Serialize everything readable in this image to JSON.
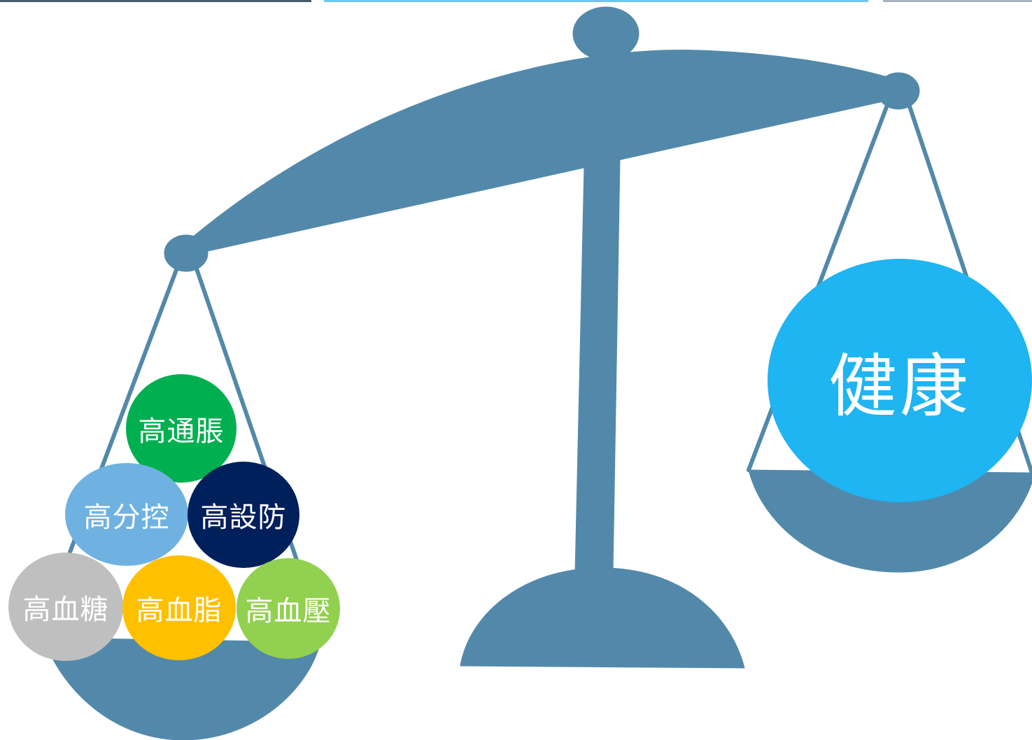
{
  "colors": {
    "scale": "#5289aa",
    "topbar_left": "#4a5b6c",
    "topbar_middle": "#6ec6f0",
    "topbar_right": "#a7b3bd"
  },
  "left_pan": {
    "items": [
      {
        "key": "tonggaozhang",
        "label": "高通脹",
        "color": "#00af50"
      },
      {
        "key": "fenkong",
        "label": "高分控",
        "color": "#6fb2e2"
      },
      {
        "key": "shefang",
        "label": "高設防",
        "color": "#00205b"
      },
      {
        "key": "xuetang",
        "label": "高血糖",
        "color": "#bfbfbf"
      },
      {
        "key": "xuezhi",
        "label": "高血脂",
        "color": "#ffc000"
      },
      {
        "key": "xueya",
        "label": "高血壓",
        "color": "#92d050"
      }
    ]
  },
  "right_pan": {
    "label": "健康",
    "color": "#1fb4f2"
  }
}
